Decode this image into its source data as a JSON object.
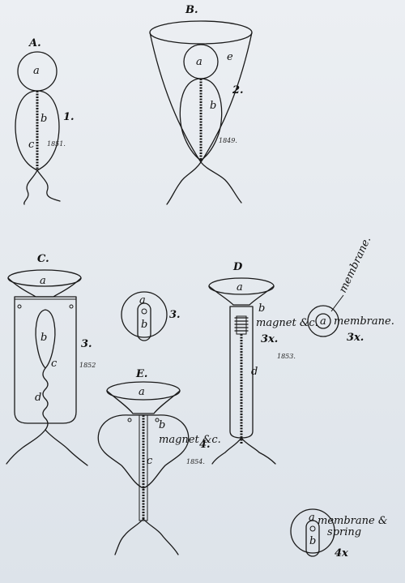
{
  "figures": {
    "A": {
      "heading": "A.",
      "parts": [
        "a",
        "b",
        "c"
      ],
      "number": "1.",
      "year": "1851."
    },
    "B": {
      "heading": "B.",
      "parts": [
        "a",
        "b",
        "e"
      ],
      "number": "2.",
      "year": "1849."
    },
    "C": {
      "heading": "C.",
      "parts": [
        "a",
        "b",
        "c",
        "d"
      ],
      "number": "3.",
      "year": "1852"
    },
    "C_detail": {
      "parts": [
        "a",
        "b"
      ],
      "number": "3."
    },
    "D": {
      "heading": "D",
      "parts": [
        "a",
        "b",
        "d"
      ],
      "note": "magnet &c.",
      "number": "3x.",
      "year": "1853."
    },
    "D_detail": {
      "parts": [
        "a"
      ],
      "note": "membrane.",
      "rotated_note": "membrane.",
      "number": "3x."
    },
    "E": {
      "heading": "E.",
      "parts": [
        "a",
        "b",
        "c"
      ],
      "note": "magnet &c.",
      "number": "4.",
      "year": "1854."
    },
    "E_detail": {
      "parts": [
        "a",
        "b"
      ],
      "note_line1": "membrane &",
      "note_line2": "spring",
      "number": "4x"
    }
  }
}
